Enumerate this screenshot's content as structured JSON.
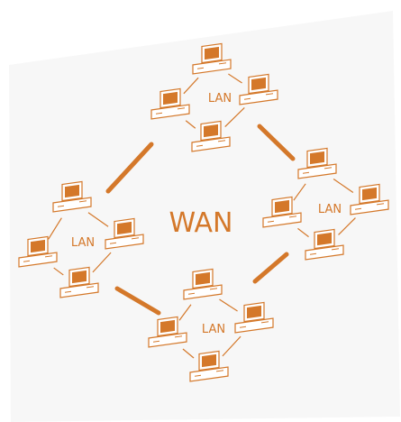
{
  "diagram": {
    "center_label": "WAN",
    "accent_color": "#d4782a",
    "screen_fill": "#d4782a",
    "background_color": "#ffffff",
    "page_tint": "#f6f6f6",
    "networks": [
      {
        "id": "lan-top",
        "label": "LAN",
        "computer_count": 4
      },
      {
        "id": "lan-right",
        "label": "LAN",
        "computer_count": 4
      },
      {
        "id": "lan-bottom",
        "label": "LAN",
        "computer_count": 4
      },
      {
        "id": "lan-left",
        "label": "LAN",
        "computer_count": 4
      }
    ],
    "wan_links": [
      {
        "from": "lan-top",
        "to": "lan-left"
      },
      {
        "from": "lan-top",
        "to": "lan-right"
      },
      {
        "from": "lan-right",
        "to": "lan-bottom"
      },
      {
        "from": "lan-left",
        "to": "lan-bottom"
      }
    ],
    "icon": "computer-icon"
  }
}
